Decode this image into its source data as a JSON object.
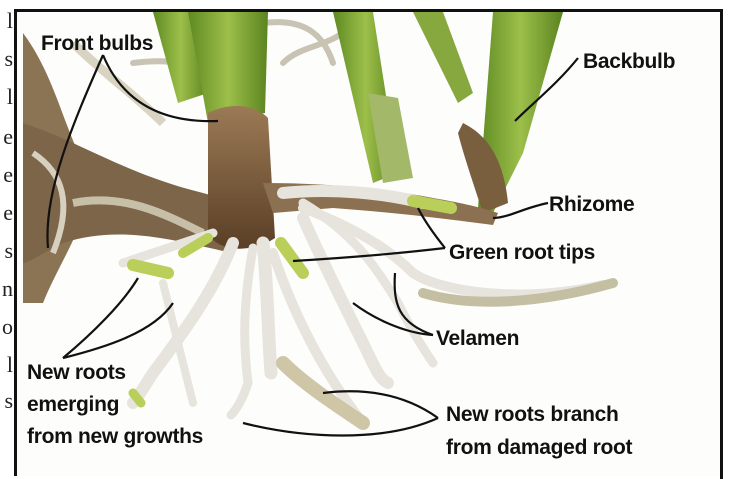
{
  "page_margin_text": [
    "l",
    "s",
    "l",
    "e",
    "e",
    "e",
    "s",
    "n",
    "o",
    "l",
    "s"
  ],
  "labels": {
    "front_bulbs": "Front bulbs",
    "backbulb": "Backbulb",
    "rhizome": "Rhizome",
    "green_root_tips": "Green root tips",
    "velamen": "Velamen",
    "new_roots_emerging": [
      "New roots",
      "emerging",
      "from new growths"
    ],
    "new_roots_branch": [
      "New roots branch",
      "from damaged root"
    ]
  },
  "colors": {
    "stem_green": "#7fa33a",
    "bulb_green": "#6f9a2c",
    "root_white": "#e6e4dc",
    "root_tip_green": "#b9cf5a",
    "rhizome_brown": "#7a5a3a",
    "callout_line": "#111111"
  }
}
